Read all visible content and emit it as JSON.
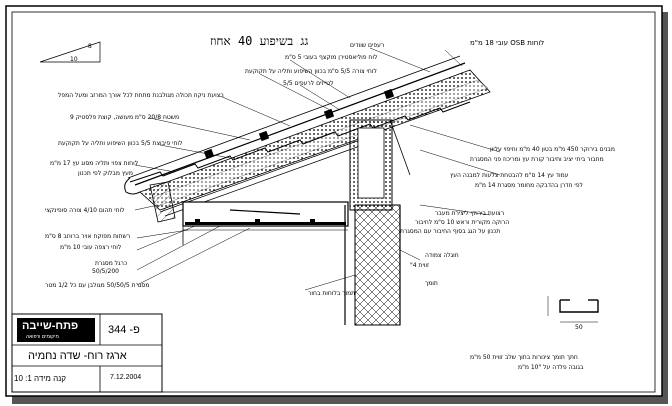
{
  "drawing": {
    "title": "גג בשיפוע 40 אחוז",
    "slope_value": "10",
    "slope_rise": "8"
  },
  "labels": {
    "osb": "לוחות OSB עובי 18 מ\"מ",
    "tiles": "רעפים שוודים",
    "polyethylene": "לוח פוליאסטירן מוקצף בעובי 5 ס\"מ",
    "battens_5x5": "לוחי צורה 5/5 ס\"מ בכוון השיפוע ותליה על תקוקעת",
    "batten_mid": "לטייזים לרעפים 5/5",
    "drip_edge": "רצועת ניקוז תכולה מגולבנת מתחת לכל אורך המרזב ומעל המפל",
    "ridge_fix": "משטח 20/8 ס\"מ מעושה, קוצת פלסטיק 9",
    "battens_under": "לוחי פיבוצת 5/5 בכוון השיפוע ותליה על תקוקעת",
    "eaves_board": "לוחות צפוי ותליה מסוג עץ 17 מ\"מ",
    "eaves_board_2": "מעץ מבלוק לפי תכנון",
    "board_40": "לוחי תהום 4/10 צורה סופינקצי",
    "fixing_mesh": "רשתות מפוקח אויר ברוחב 8 ס\"מ",
    "planks_10": "לוחי רצפה עובי 10 מ\"מ",
    "board_50": "כרגל מסגרת",
    "size_50": "50/5/200",
    "sub_frame": "מסגרת 50/50/5 מגולבן עם כל 1/2 מטר",
    "beam_450": "מבנים בירוקר 450 מ\"מ בטון 40 מ\"מ וחיפוי עליון",
    "beam_450_b": "מחבור ביתי יציב וחיבור קורת עץ ומריכוז פני המסגרת",
    "wood_block": "עמוד עץ 14 ס\"מ להבטחת צלעות למבנה העץ",
    "wood_block_b": "לפי חדרן בהדבקה מחומר מסגרת 14 מ\"מ",
    "joint": "חוגלה צמודה",
    "roof_lines": "רצועת בירוקי ליצירת מעבר",
    "roof_lines_2": "הרוקה מקורית וראש 10 ס\"מ לחיבור",
    "roof_lines_3": "תכנון על הגג בסוף החיבור עם המסגרת",
    "wall_top": "תומך",
    "wall_wood": "תמוך בלוחות בחור",
    "wall_45": "זווית 4\"",
    "section_note_1": "חתך תומך צינורות בתוך שלב זווית 50 מ\"מ",
    "section_note_2": "בגובה פלדה על \"10 מ\"מ"
  },
  "title_block": {
    "logo_text": "פתח-שייבה",
    "logo_sub": "מיקומים ורפואה",
    "sheet_no": "344 -פ",
    "project": "ארגז רוח- שדה נחמיה",
    "scale": "קנה מידה 1: 10",
    "scale_ratio": "1 : 10",
    "date": "7.12.2004"
  },
  "section_dim": "50"
}
